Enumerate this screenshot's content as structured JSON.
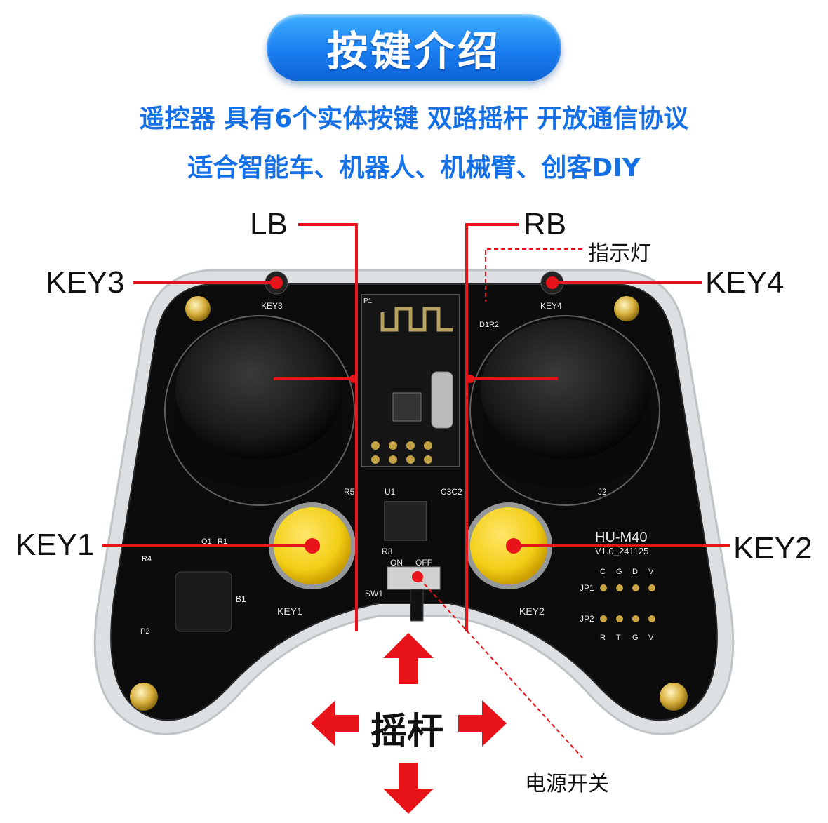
{
  "header": {
    "title": "按键介绍",
    "line1": "遥控器 具有6个实体按键 双路摇杆 开放通信协议",
    "line2": "适合智能车、机器人、机械臂、创客DIY"
  },
  "callouts": {
    "lb": "LB",
    "rb": "RB",
    "indicator": "指示灯",
    "key3": "KEY3",
    "key4": "KEY4",
    "key1": "KEY1",
    "key2": "KEY2",
    "joystick": "摇杆",
    "power_switch": "电源开关"
  },
  "pcb": {
    "model": "HU-M40",
    "version": "V1.0_241125",
    "silk_key1": "KEY1",
    "silk_key2": "KEY2",
    "silk_key3": "KEY3",
    "silk_key4": "KEY4",
    "silk_sw1": "SW1",
    "silk_on": "ON",
    "silk_off": "OFF",
    "silk_u1": "U1",
    "silk_p1": "P1",
    "silk_p2": "P2",
    "silk_b1": "B1",
    "silk_j2": "J2",
    "silk_r1": "R1",
    "silk_r3": "R3",
    "silk_r4": "R4",
    "silk_r5": "R5",
    "silk_q1": "Q1",
    "silk_c3c2": "C3C2",
    "silk_d1r2": "D1R2",
    "silk_jp1": "JP1",
    "silk_jp2": "JP2",
    "jp1_pins": [
      "C",
      "G",
      "D",
      "V"
    ],
    "jp2_pins": [
      "R",
      "T",
      "G",
      "V"
    ]
  },
  "colors": {
    "callout_red": "#e8141a",
    "title_blue": "#1a7ef0",
    "subtitle_blue": "#1570e6",
    "pcb_black": "#0c0c0c",
    "button_yellow": "#f3cf16"
  }
}
